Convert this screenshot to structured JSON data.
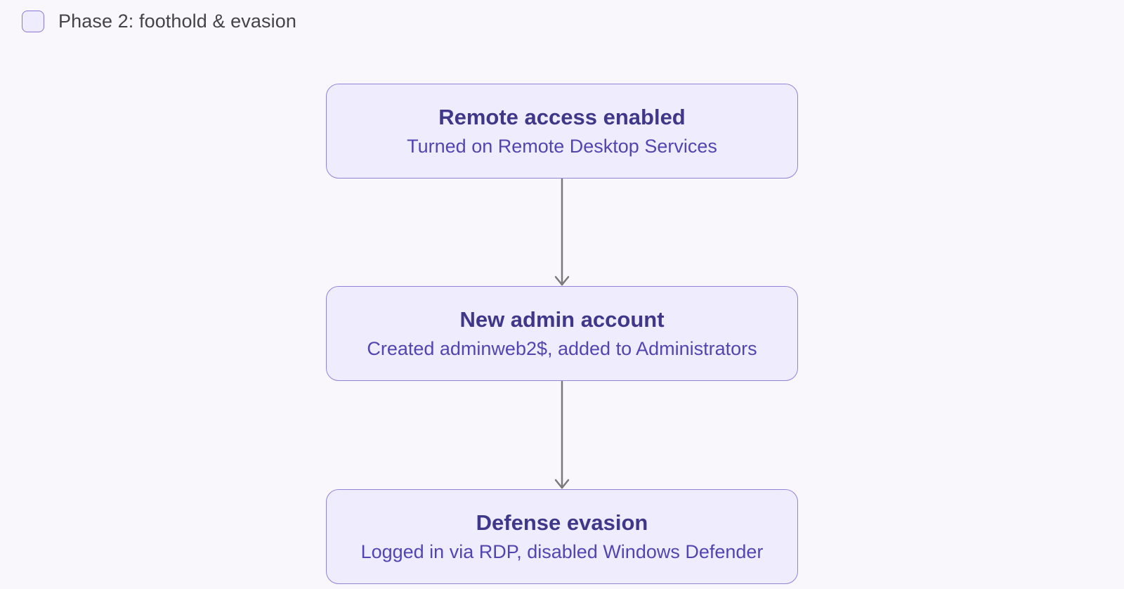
{
  "legend": {
    "label": "Phase 2: foothold & evasion"
  },
  "nodes": [
    {
      "title": "Remote access enabled",
      "subtitle": "Turned on Remote Desktop Services"
    },
    {
      "title": "New admin account",
      "subtitle": "Created adminweb2$, added to Administrators"
    },
    {
      "title": "Defense evasion",
      "subtitle": "Logged in via RDP, disabled Windows Defender"
    }
  ],
  "colors": {
    "background": "#f9f7fb",
    "node_fill": "#efedfd",
    "node_border": "#9184d8",
    "title_text": "#3f3789",
    "subtitle_text": "#5245b2",
    "connector": "#7a7a7a"
  }
}
